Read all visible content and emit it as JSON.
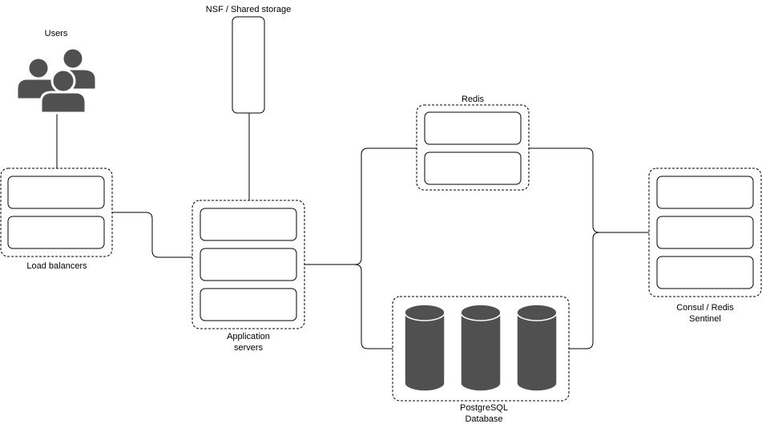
{
  "labels": {
    "users": "Users",
    "shared_storage": "NSF / Shared storage",
    "load_balancers": "Load balancers",
    "application_servers_line1": "Application",
    "application_servers_line2": "servers",
    "redis": "Redis",
    "postgresql_line1": "PostgreSQL",
    "postgresql_line2": "Database",
    "consul_line1": "Consul / Redis",
    "consul_line2": "Sentinel"
  },
  "icons": {
    "users": "users-group-icon",
    "database": "database-cylinder-icon"
  },
  "colors": {
    "stroke": "#000000",
    "icon_fill": "#505050",
    "background": "#ffffff"
  }
}
